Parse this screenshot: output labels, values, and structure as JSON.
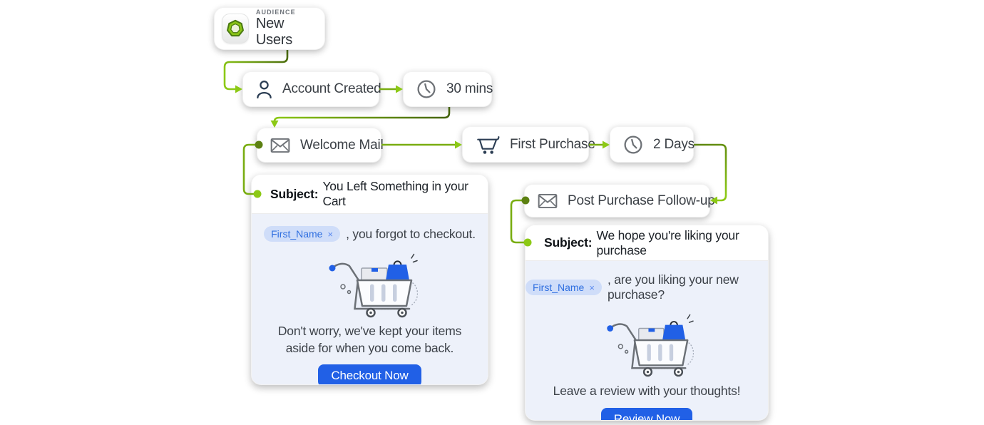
{
  "colors": {
    "connector_green_dark": "#4c6e0d",
    "connector_green_bright": "#8cc915",
    "accent_blue": "#2160e6",
    "chip_bg": "#cfddf9",
    "chip_text": "#2f6fe0",
    "email_body_bg": "#edf1fa",
    "node_text": "#3a3f45"
  },
  "flow": {
    "audience": {
      "eyebrow": "AUDIENCE",
      "title": "New Users",
      "icon": "heptagon-audience-icon"
    },
    "nodes": [
      {
        "id": "account-created",
        "label": "Account Created",
        "icon": "user-icon"
      },
      {
        "id": "delay-30-mins",
        "label": "30 mins",
        "icon": "clock-icon"
      },
      {
        "id": "welcome-mail",
        "label": "Welcome Mail",
        "icon": "mail-icon"
      },
      {
        "id": "first-purchase",
        "label": "First Purchase",
        "icon": "cart-icon"
      },
      {
        "id": "delay-2-days",
        "label": "2 Days",
        "icon": "clock-icon"
      },
      {
        "id": "post-purchase-followup",
        "label": "Post Purchase Follow-up",
        "icon": "mail-icon"
      }
    ]
  },
  "emails": [
    {
      "subject_label": "Subject:",
      "subject": "You Left Something in your Cart",
      "merge_tag": "First_Name",
      "merge_close": "×",
      "greeting_rest": ", you forgot to checkout.",
      "body": "Don't worry, we've kept your items aside for when you come back.",
      "cta": "Checkout Now",
      "illustration": "shopping-cart-illustration"
    },
    {
      "subject_label": "Subject:",
      "subject": "We hope you're liking your purchase",
      "merge_tag": "First_Name",
      "merge_close": "×",
      "greeting_rest": ", are you liking your new purchase?",
      "body": "Leave a review with your thoughts!",
      "cta": "Review Now",
      "illustration": "shopping-cart-illustration"
    }
  ]
}
